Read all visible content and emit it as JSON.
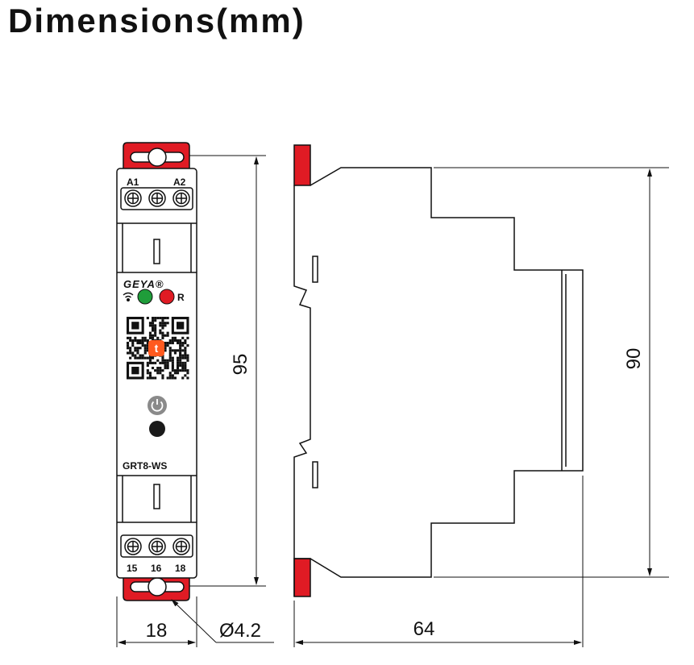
{
  "title": "Dimensions(mm)",
  "front": {
    "brand": "GEYA®",
    "model": "GRT8-WS",
    "terminal_top_left": "A1",
    "terminal_top_right": "A2",
    "terminal_bottom": [
      "15",
      "16",
      "18"
    ],
    "led_label": "R",
    "icons": [
      "wifi-icon",
      "power-icon",
      "tuya-logo-icon"
    ]
  },
  "dimensions": {
    "front_height": "95",
    "front_width": "18",
    "hole_diameter": "Ø4.2",
    "side_height": "90",
    "side_depth": "64"
  },
  "colors": {
    "clip_red": "#e01b24",
    "led_green": "#1f9d3a",
    "led_red": "#e01b24",
    "line": "#111111",
    "tuya_orange": "#ff5a1f"
  }
}
